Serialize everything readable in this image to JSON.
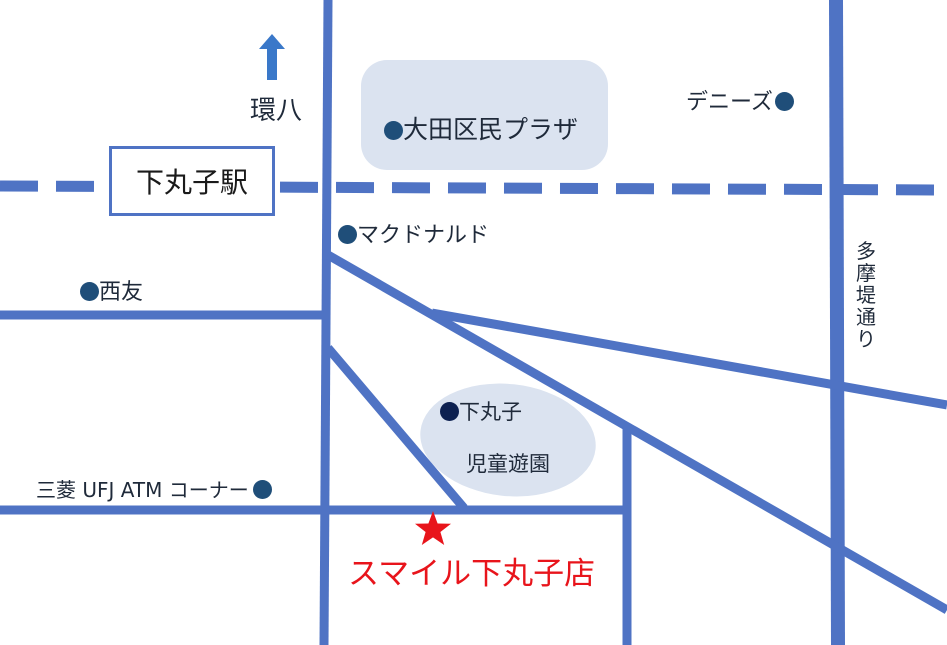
{
  "colors": {
    "road": "#4f73c4",
    "area_fill": "#dbe3f0",
    "poi_dot": "#1f4e79",
    "poi_dot_dark": "#0d2151",
    "store": "#e8141b",
    "arrow": "#3a78c9"
  },
  "north_label": "環八",
  "station": "下丸子駅",
  "plaza": "大田区民プラザ",
  "dennys": "デニーズ",
  "mcdonalds": "マクドナルド",
  "seiyu": "西友",
  "tamatsutsumi": "多摩堤通り",
  "park_line1": "下丸子",
  "park_line2": "児童遊園",
  "atm": "三菱 UFJ ATM コーナー",
  "store": "スマイル下丸子店",
  "icons": {
    "arrow": "arrow-up-icon",
    "star": "star-icon",
    "dot": "dot-icon"
  }
}
